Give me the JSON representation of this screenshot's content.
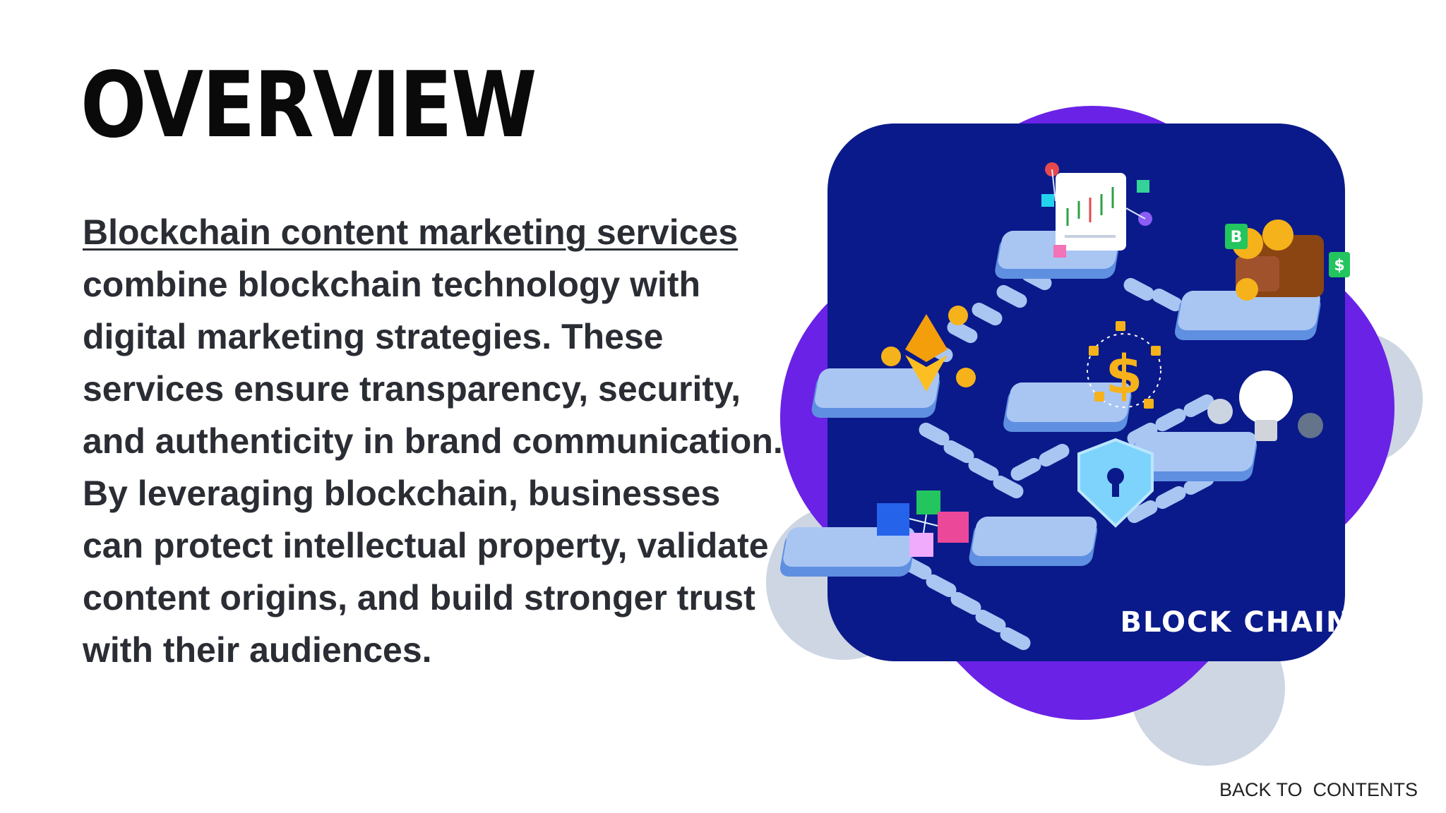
{
  "slide": {
    "title": "OVERVIEW",
    "link_text": "Blockchain content marketing services",
    "paragraph_rest": " combine blockchain technology with digital marketing strategies. These services ensure transparency, security, and authenticity in brand communication. By leveraging blockchain, businesses can protect intellectual property, validate content origins, and build stronger trust with their audiences.",
    "back_link": "BACK TO  CONTENTS"
  },
  "illustration": {
    "label": "BLOCK CHAIN",
    "coin_b": "B",
    "coin_dollar": "$",
    "colors": {
      "panel": "#0a1a8a",
      "purple": "#6a22e6",
      "grey": "#cdd6e2",
      "tile": "#a9c6f3",
      "gold": "#f5b21a"
    },
    "icons": [
      "chart-icon",
      "wallet-icon",
      "ethereum-icon",
      "dollar-lock-icon",
      "lightbulb-icon",
      "shield-lock-icon",
      "cubes-icon"
    ]
  }
}
